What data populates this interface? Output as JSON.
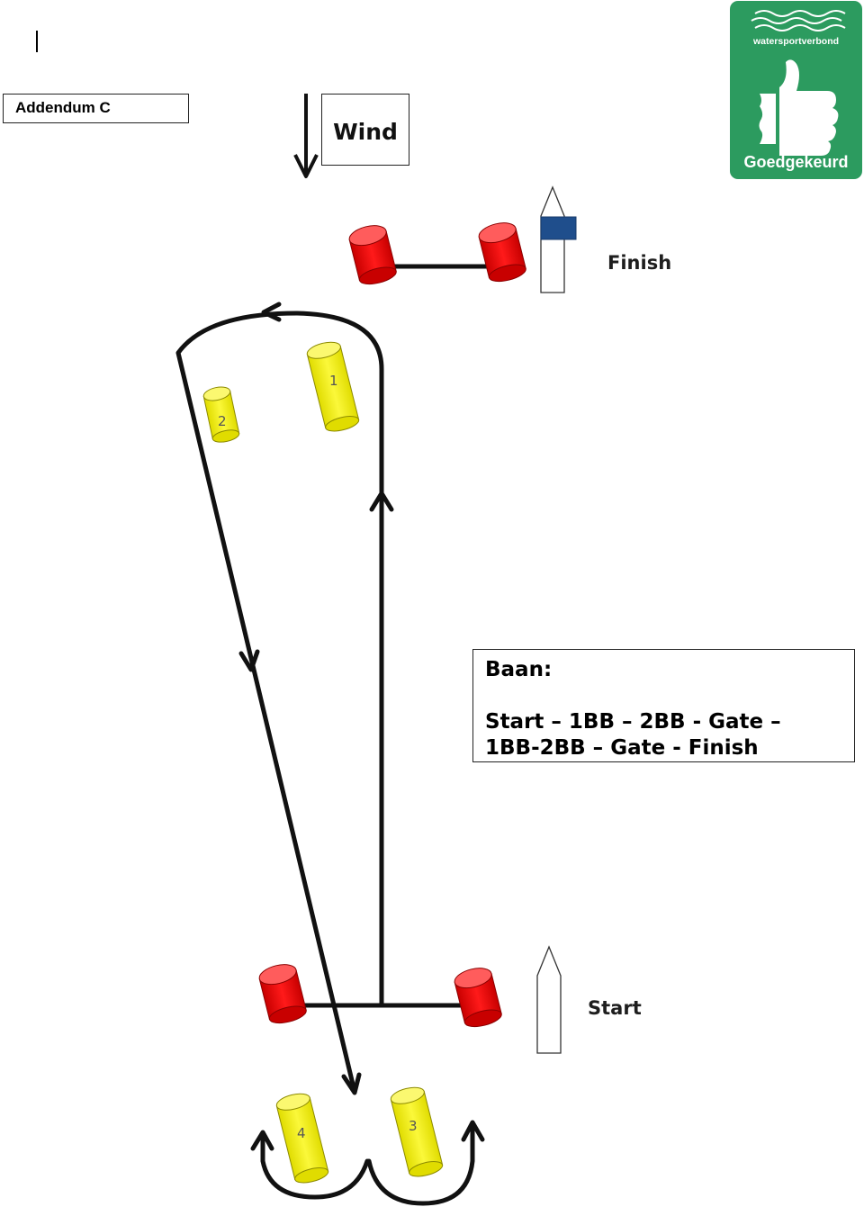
{
  "addendum": {
    "label": "Addendum C"
  },
  "wind": {
    "label": "Wind"
  },
  "badge": {
    "org": "watersportverbond",
    "seal": "Goedgekeurd",
    "color": "#2c9b5f"
  },
  "labels": {
    "finish": "Finish",
    "start": "Start"
  },
  "marks": {
    "m1": "1",
    "m2": "2",
    "m3": "3",
    "m4": "4"
  },
  "course": {
    "title": "Baan:",
    "line1": "Start – 1BB – 2BB - Gate –",
    "line2": "1BB-2BB – Gate - Finish"
  },
  "colors": {
    "buoy_red": "#ee1111",
    "buoy_yellow": "#f2ef12",
    "flag_blue": "#1f4e8c",
    "badge_green": "#2c9b5f"
  }
}
